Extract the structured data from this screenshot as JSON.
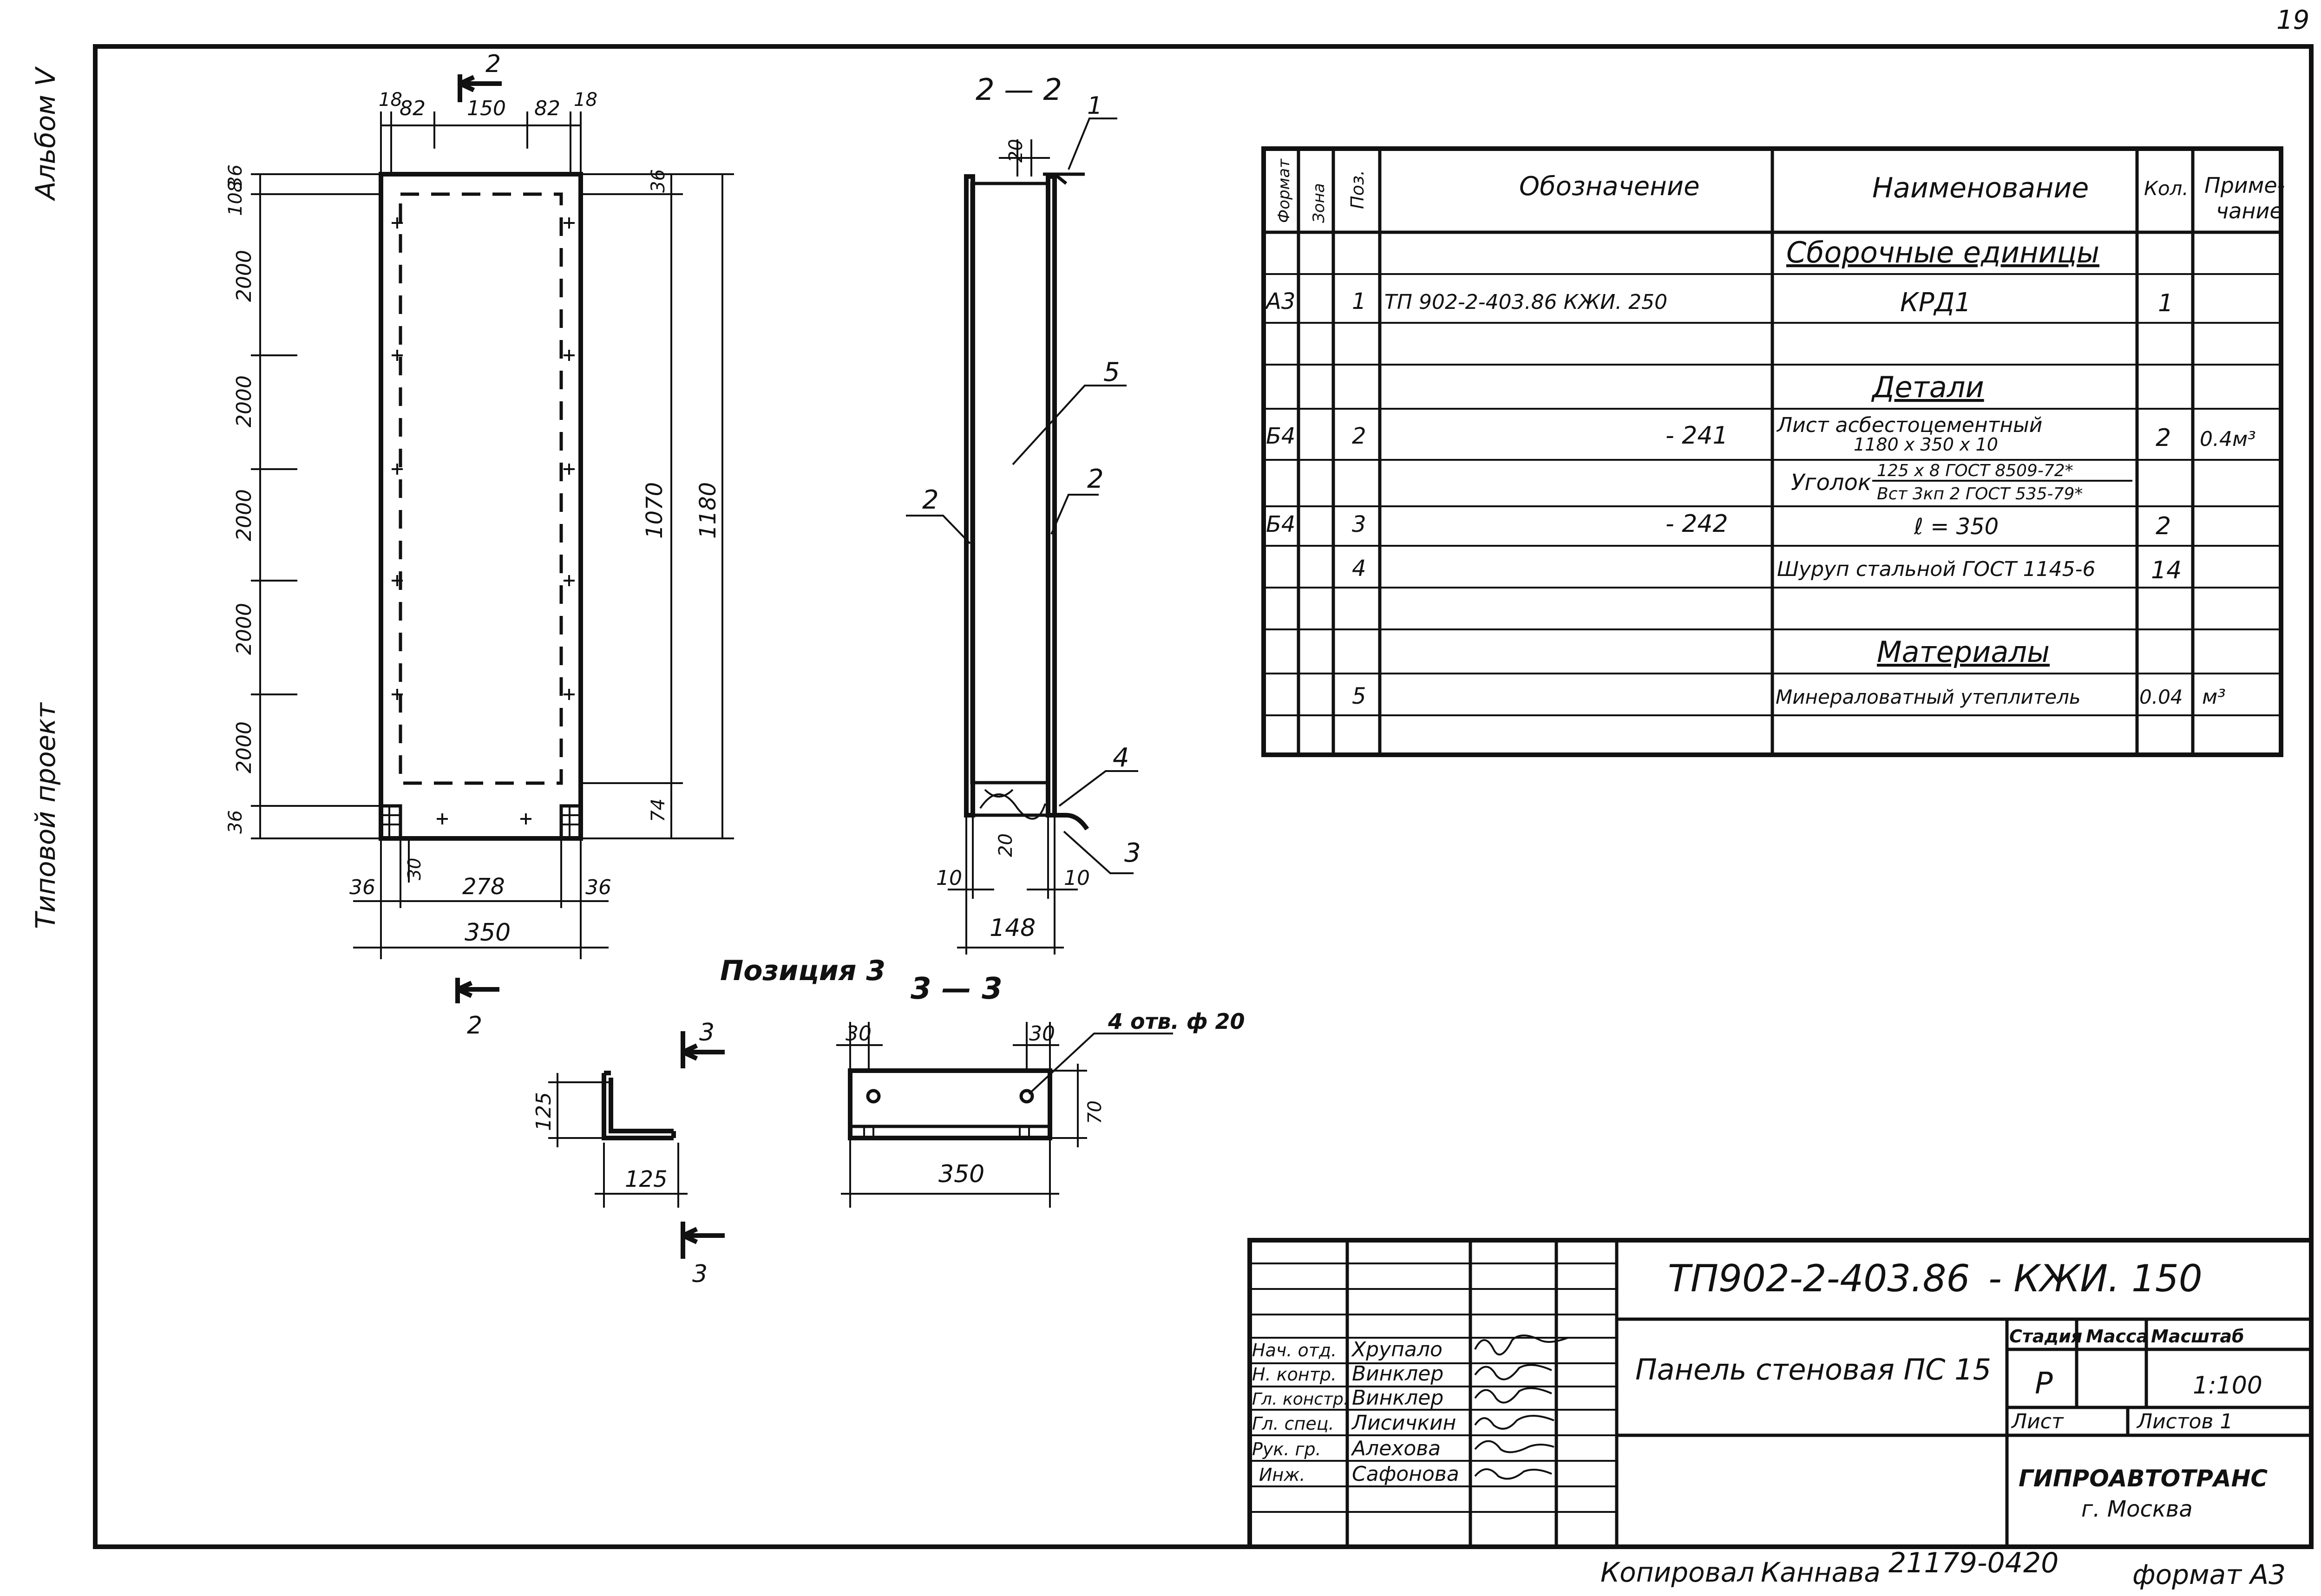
{
  "page": {
    "sheet_number": "19",
    "margin_album": "Альбом V",
    "margin_project": "Типовой проект",
    "copied_by": "Копировал",
    "copier_name": "Каннава",
    "archive_number": "21179-04",
    "archive_sheet": "20",
    "format_label": "формат А3"
  },
  "front_view": {
    "section_mark": "2",
    "dims_top": [
      "18",
      "82",
      "150",
      "82",
      "18"
    ],
    "dims_left": [
      "36",
      "108",
      "2000",
      "2000",
      "2000",
      "2000",
      "2000",
      "36"
    ],
    "dims_right": [
      "36",
      "1070",
      "74",
      "1180"
    ],
    "dims_bottom": [
      "36",
      "30",
      "278",
      "36",
      "350"
    ]
  },
  "section_22": {
    "title": "2 — 2",
    "dims_top": [
      "20"
    ],
    "callouts": [
      "1",
      "5",
      "2",
      "2",
      "4",
      "3"
    ],
    "dims_bottom": [
      "10",
      "20",
      "10",
      "148"
    ]
  },
  "position3": {
    "title": "Позиция 3",
    "section_mark": "3",
    "dims": [
      "125",
      "125"
    ]
  },
  "section_33": {
    "title": "3 — 3",
    "dims_top": [
      "30",
      "30"
    ],
    "holes_label": "4 отв. ф 20",
    "dims_right": [
      "70"
    ],
    "dims_bottom": [
      "350"
    ]
  },
  "spec": {
    "headers": [
      "Формат",
      "Зона",
      "Поз.",
      "Обозначение",
      "Наименование",
      "Кол.",
      "Приме-",
      "чание"
    ],
    "rows": [
      {
        "format": "",
        "zone": "",
        "pos": "",
        "designation": "",
        "name": "Сборочные единицы",
        "qty": "",
        "note": ""
      },
      {
        "format": "А3",
        "zone": "",
        "pos": "1",
        "designation": "ТП 902-2-403.86 КЖИ. 250",
        "name": "КРД1",
        "qty": "1",
        "note": ""
      },
      {
        "format": "",
        "zone": "",
        "pos": "",
        "designation": "",
        "name": "",
        "qty": "",
        "note": ""
      },
      {
        "format": "",
        "zone": "",
        "pos": "",
        "designation": "",
        "name": "Детали",
        "qty": "",
        "note": ""
      },
      {
        "format": "Б4",
        "zone": "",
        "pos": "2",
        "designation": "- 241",
        "name": "Лист асбестоцементный",
        "name2": "1180 х 350 х 10",
        "qty": "2",
        "note": "0.4м³"
      },
      {
        "format": "",
        "zone": "",
        "pos": "",
        "designation": "",
        "name": "Уголок",
        "name_frac_top": "125 х 8 ГОСТ 8509-72*",
        "name_frac_bottom": "Вст 3кп 2 ГОСТ 535-79*",
        "qty": "",
        "note": ""
      },
      {
        "format": "Б4",
        "zone": "",
        "pos": "3",
        "designation": "- 242",
        "name": "ℓ = 350",
        "qty": "2",
        "note": ""
      },
      {
        "format": "",
        "zone": "",
        "pos": "4",
        "designation": "",
        "name": "Шуруп стальной ГОСТ 1145-6",
        "qty": "14",
        "note": ""
      },
      {
        "format": "",
        "zone": "",
        "pos": "",
        "designation": "",
        "name": "",
        "qty": "",
        "note": ""
      },
      {
        "format": "",
        "zone": "",
        "pos": "",
        "designation": "",
        "name": "Материалы",
        "qty": "",
        "note": ""
      },
      {
        "format": "",
        "zone": "",
        "pos": "5",
        "designation": "",
        "name": "Минераловатный утеплитель",
        "qty": "0.04",
        "note": "м³"
      },
      {
        "format": "",
        "zone": "",
        "pos": "",
        "designation": "",
        "name": "",
        "qty": "",
        "note": ""
      }
    ]
  },
  "title_block": {
    "doc_code": "ТП902-2-403.86",
    "doc_suffix": "- КЖИ. 150",
    "name": "Панель стеновая ПС 15",
    "stage_header": "Стадия",
    "mass_header": "Масса",
    "scale_header": "Масштаб",
    "stage": "Р",
    "mass": "",
    "scale": "1:100",
    "sheet_label": "Лист",
    "sheets_label": "Листов 1",
    "org_name": "ГИПРОАВТОТРАНС",
    "org_city": "г. Москва",
    "signatories": [
      {
        "role": "Нач. отд.",
        "name": "Хрупало"
      },
      {
        "role": "Н. контр.",
        "name": "Винклер"
      },
      {
        "role": "Гл. констр.",
        "name": "Винклер"
      },
      {
        "role": "Гл. спец.",
        "name": "Лисичкин"
      },
      {
        "role": "Рук. гр.",
        "name": "Алехова"
      },
      {
        "role": "Инж.",
        "name": "Сафонова"
      }
    ]
  }
}
